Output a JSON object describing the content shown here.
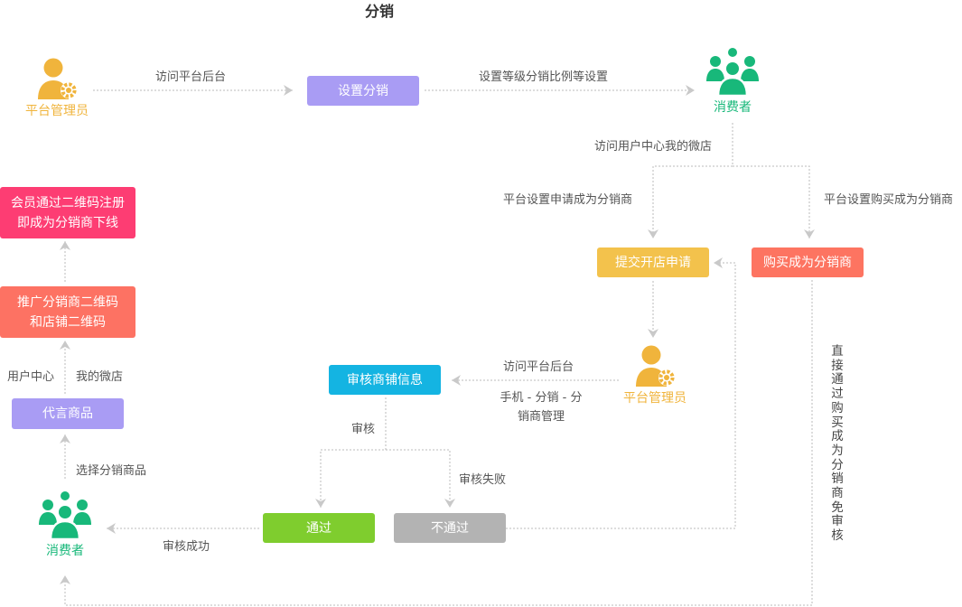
{
  "title": "分销",
  "colors": {
    "purple": "#a99cf4",
    "yellow": "#f3c24c",
    "coral": "#fd7461",
    "pink": "#fd3d73",
    "orange_red": "#fd7263",
    "cyan": "#14b4e2",
    "green": "#7fcd2e",
    "gray": "#b3b3b3",
    "admin": "#f0b43c",
    "consumer": "#18b87a",
    "line": "#bbbbbb"
  },
  "actors": {
    "admin_top": "平台管理员",
    "consumer_top": "消费者",
    "admin_mid": "平台管理员",
    "consumer_bottom": "消费者"
  },
  "boxes": {
    "set_distribution": "设置分销",
    "submit_shop_application": "提交开店申请",
    "buy_to_become_distributor": "购买成为分销商",
    "review_shop_info": "审核商铺信息",
    "pass": "通过",
    "fail": "不通过",
    "member_register_line1": "会员通过二维码注册",
    "member_register_line2": "即成为分销商下线",
    "promote_qr_line1": "推广分销商二维码",
    "promote_qr_line2": "和店铺二维码",
    "proxy_products": "代言商品"
  },
  "labels": {
    "visit_platform_backend_top": "访问平台后台",
    "set_level_ratio": "设置等级分销比例等设置",
    "visit_user_center": "访问用户中心我的微店",
    "platform_set_apply": "平台设置申请成为分销商",
    "platform_set_buy": "平台设置购买成为分销商",
    "visit_platform_backend_mid": "访问平台后台",
    "mobile_menu_line1": "手机 - 分销 - 分",
    "mobile_menu_line2": "销商管理",
    "review": "审核",
    "review_failed": "审核失败",
    "review_success": "审核成功",
    "user_center": "用户中心",
    "my_micro_shop": "我的微店",
    "select_products": "选择分销商品",
    "direct_buy_vertical": "直接通过购买成为分销商免审核"
  }
}
